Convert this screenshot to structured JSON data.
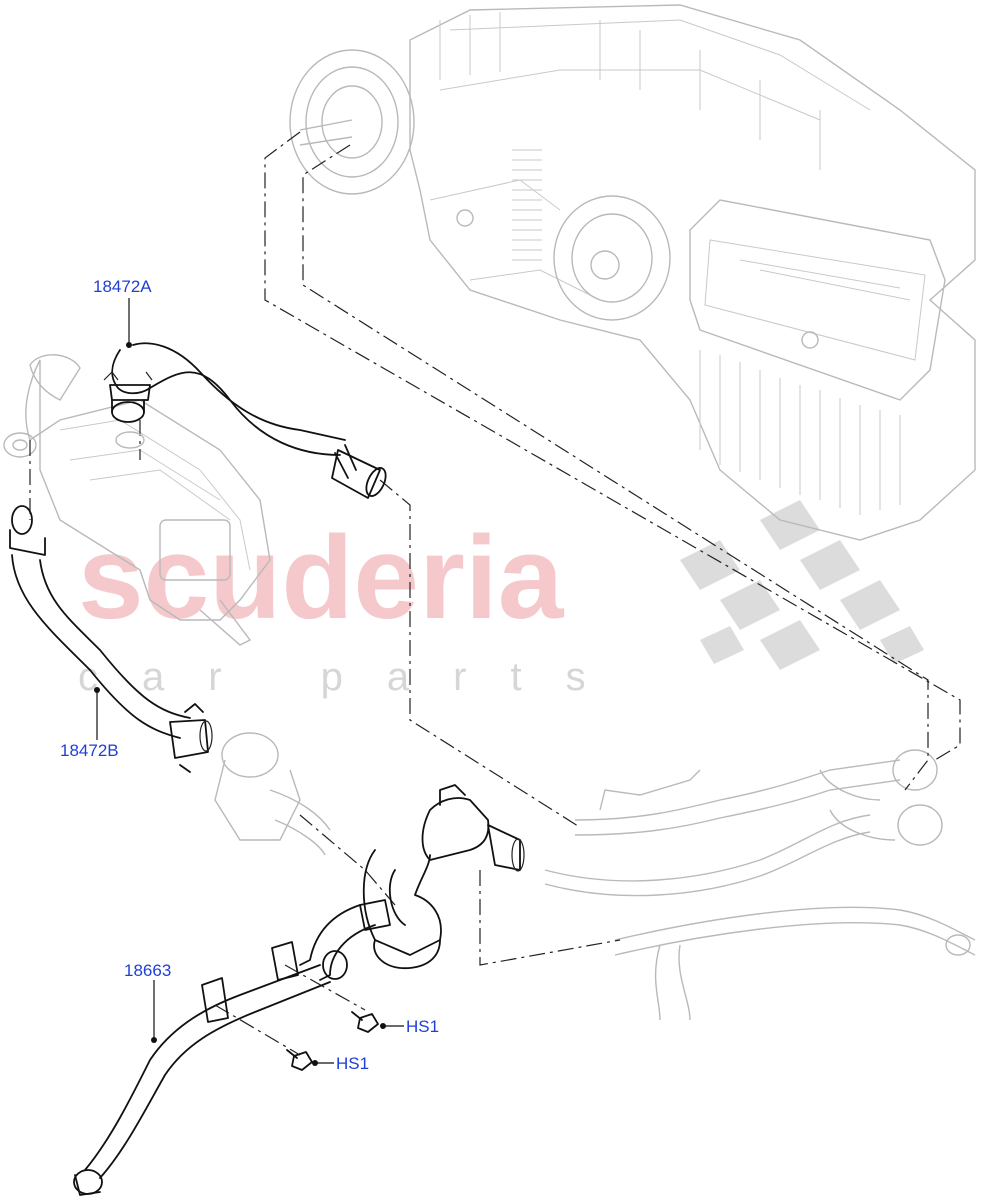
{
  "watermark": {
    "brand": "scuderia",
    "tagline": "car parts",
    "color": "#f2b8bc"
  },
  "callouts": [
    {
      "id": "18472A",
      "label": "18472A"
    },
    {
      "id": "18472B",
      "label": "18472B"
    },
    {
      "id": "18663",
      "label": "18663"
    },
    {
      "id": "HS1-upper",
      "label": "HS1"
    },
    {
      "id": "HS1-lower",
      "label": "HS1"
    }
  ],
  "colors": {
    "callout_text": "#1f3fd6",
    "part_outline": "#111111",
    "background_outline": "#b9b9b9"
  }
}
